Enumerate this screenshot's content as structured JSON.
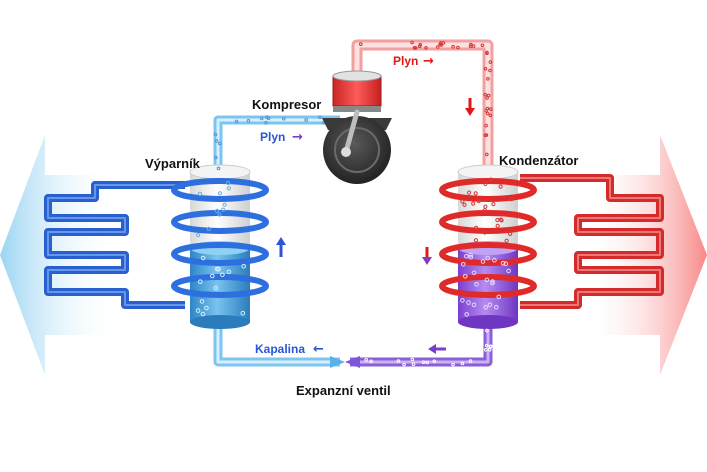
{
  "labels": {
    "evaporator": "Výparník",
    "compressor": "Kompresor",
    "condenser": "Kondenzátor",
    "expansion_valve": "Expanzní ventil",
    "gas_left": "Plyn",
    "gas_top": "Plyn",
    "liquid": "Kapalina"
  },
  "colors": {
    "cold_pipe": "#3b9bd8",
    "hot_pipe": "#e83a3a",
    "liquid": "#4aa3de",
    "condensate": "#8a5fd8",
    "cold_coil": "#2c66d8",
    "hot_coil": "#d42a2a",
    "arrow_blue": "#2a55d6",
    "arrow_red": "#e01818",
    "arrow_purple": "#7a3fc8"
  },
  "icons": {
    "arrow_right": "→",
    "arrow_left": "←",
    "arrow_up": "↑",
    "arrow_down": "↓"
  }
}
